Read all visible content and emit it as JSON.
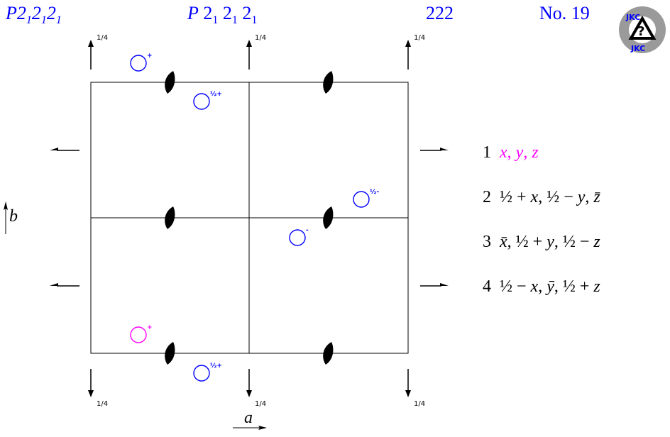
{
  "header": {
    "symbol_short_base": "P2",
    "symbol_short_sub": "1",
    "symbol_full_base": "P 2",
    "symbol_full_sub": "1",
    "symbol_full_part": " 2",
    "point_group": "222",
    "number": "No. 19"
  },
  "logo": {
    "letters": "JKC",
    "badge_glyph": "?"
  },
  "height_label": "1/4",
  "axes": {
    "a": "a",
    "b": "b"
  },
  "positions": [
    {
      "index": "1",
      "parts": [
        "x",
        ", ",
        "y",
        ", ",
        "z"
      ]
    },
    {
      "index": "2",
      "parts": [
        "½",
        " + ",
        "x",
        ", ",
        "½",
        " − ",
        "y",
        ", ",
        "z̄"
      ]
    },
    {
      "index": "3",
      "parts": [
        "x̄",
        ", ",
        "½",
        " + ",
        "y",
        ", ",
        "½",
        " − ",
        "z"
      ]
    },
    {
      "index": "4",
      "parts": [
        "½",
        " − ",
        "x",
        ", ",
        "ȳ",
        ", ",
        "½",
        " + ",
        "z"
      ]
    }
  ],
  "markers": [
    {
      "sign": "+"
    },
    {
      "sign": "½+"
    },
    {
      "sign": "½-"
    },
    {
      "sign": "-"
    },
    {
      "sign": "+"
    },
    {
      "sign": "½+"
    }
  ],
  "colors": {
    "blue": "#0000ff",
    "magenta": "#ff00ff",
    "black": "#000000",
    "logo_gray": "#9a9a9a",
    "logo_white": "#ffffff"
  }
}
